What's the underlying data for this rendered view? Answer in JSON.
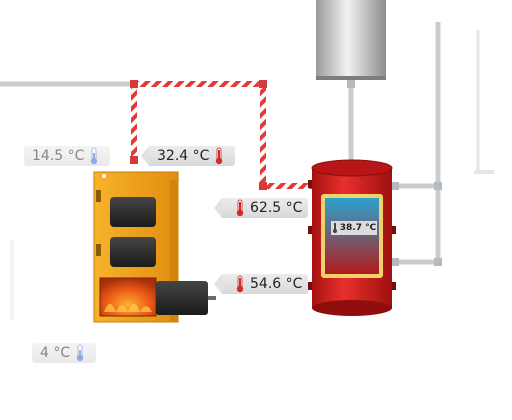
{
  "readouts": {
    "outdoor_upper": {
      "value": "14.5 °C",
      "icon": "thermometer-cold-icon"
    },
    "boiler_top": {
      "value": "32.4 °C",
      "icon": "thermometer-hot-icon"
    },
    "tank_inlet": {
      "value": "62.5 °C",
      "icon": "thermometer-hot-icon"
    },
    "tank_outlet": {
      "value": "54.6 °C",
      "icon": "thermometer-hot-icon"
    },
    "outdoor_lower": {
      "value": "4 °C",
      "icon": "thermometer-cold-icon"
    },
    "tank_display": {
      "value": "38.7 °C",
      "icon": "thermometer-small-icon"
    }
  },
  "colors": {
    "hot_pipe": "#e03a3a",
    "pipe_stripe": "#ffffff",
    "cold_pipe": "#c9cdd1",
    "boiler_body": "#f4a51c",
    "boiler_door": "#2b2b2b",
    "firebox": "#e05a12",
    "tank_body": "#d81f1f",
    "tank_water": "#2f8fbf",
    "chimney": "#cfcfcf"
  }
}
